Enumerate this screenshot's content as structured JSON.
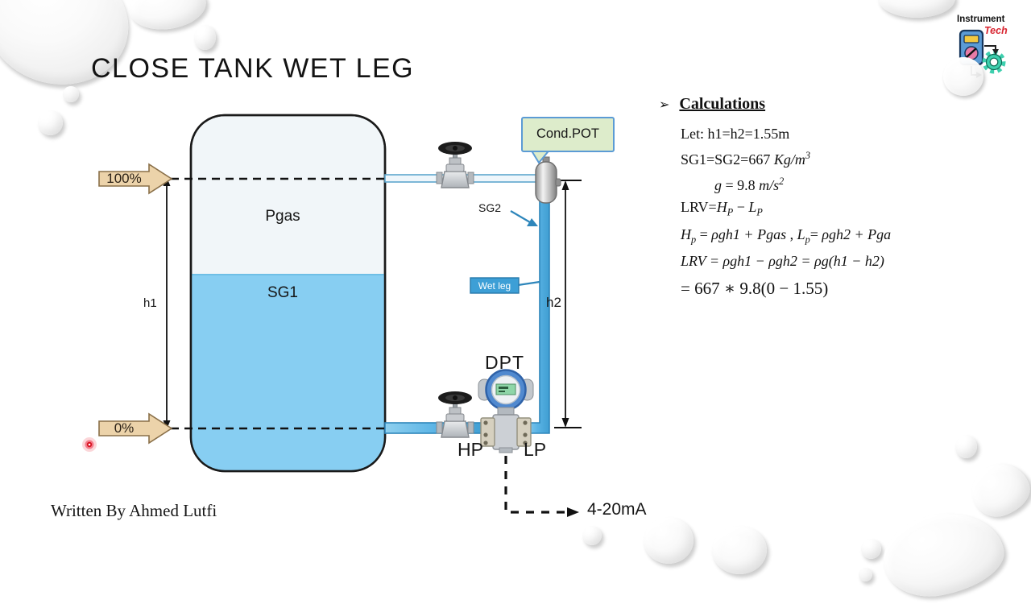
{
  "slide": {
    "title": "CLOSE TANK WET LEG",
    "author_credit": "Written By Ahmed Lutfi"
  },
  "logo": {
    "line1": "Instrument",
    "line2": "Tech"
  },
  "diagram": {
    "labels": {
      "level_100": "100%",
      "level_0": "0%",
      "pgas": "Pgas",
      "sg1": "SG1",
      "sg2": "SG2",
      "h1": "h1",
      "h2": "h2",
      "wet_leg": "Wet leg",
      "cond_pot": "Cond.POT",
      "dpt": "DPT",
      "hp": "HP",
      "lp": "LP",
      "output_signal": "4-20mA"
    },
    "colors": {
      "liquid": "#87cef2",
      "gas_region": "#f1f6f9",
      "pipe_fill": "#5bb4e5",
      "pipe_border": "#2e86bb",
      "empty_pipe_fill": "#eef6fb",
      "block_arrow_fill": "#ecd3aa",
      "block_arrow_border": "#8a7049",
      "callout_fill": "#ddeccb",
      "callout_border": "#5b9bd5",
      "wetleg_tag_fill": "#3d9fd6",
      "laser_dot": "#e8192c",
      "gear_teal": "#3ecfae",
      "multimeter_blue": "#5b9bd5"
    }
  },
  "calculations": {
    "bullet": "➢",
    "heading": "Calculations",
    "lines": [
      {
        "cls": "",
        "segs": [
          {
            "t": "Let: h1=h2=1.55m"
          }
        ]
      },
      {
        "cls": "",
        "segs": [
          {
            "t": "SG1=SG2=667 "
          },
          {
            "t": "Kg/m",
            "i": 1
          },
          {
            "t": "3",
            "i": 1,
            "sup": 1
          }
        ]
      },
      {
        "cls": "indent",
        "segs": [
          {
            "t": "g",
            "i": 1
          },
          {
            "t": " = 9.8 "
          },
          {
            "t": "m/s",
            "i": 1
          },
          {
            "t": "2",
            "i": 1,
            "sup": 1
          }
        ]
      },
      {
        "cls": "",
        "segs": [
          {
            "t": "LRV="
          },
          {
            "t": "H",
            "i": 1
          },
          {
            "t": "P",
            "i": 1,
            "sub": 1
          },
          {
            "t": " − "
          },
          {
            "t": "L",
            "i": 1
          },
          {
            "t": "P",
            "i": 1,
            "sub": 1
          }
        ]
      },
      {
        "cls": "",
        "segs": [
          {
            "t": "H",
            "i": 1
          },
          {
            "t": "p",
            "i": 1,
            "sub": 1
          },
          {
            "t": " =  "
          },
          {
            "t": "ρgh1 + Pgas",
            "i": 1
          },
          {
            "t": " , "
          },
          {
            "t": "L",
            "i": 1
          },
          {
            "t": "p",
            "i": 1,
            "sub": 1
          },
          {
            "t": "= "
          },
          {
            "t": "ρgh2 + Pga",
            "i": 1
          }
        ]
      },
      {
        "cls": "",
        "segs": [
          {
            "t": "LRV = ρgh1 − ρgh2 = ρg(h1 − h2)",
            "i": 1
          }
        ]
      },
      {
        "cls": "result",
        "segs": [
          {
            "t": "= 667 ∗ 9.8(0 − 1.55)"
          }
        ]
      }
    ]
  }
}
